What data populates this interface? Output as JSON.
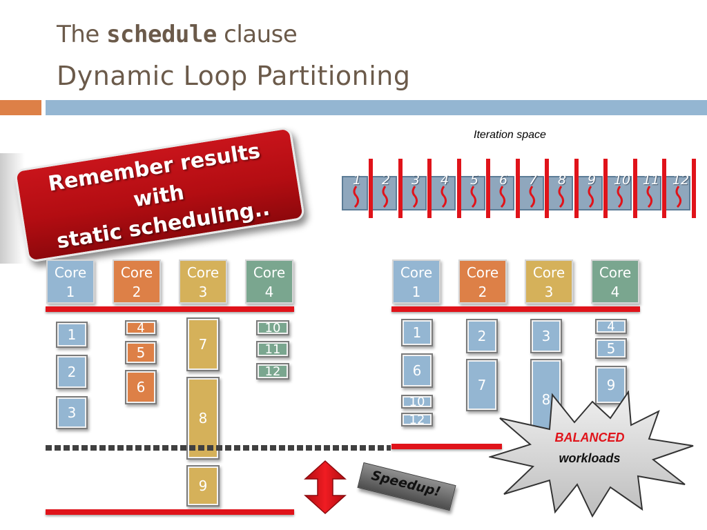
{
  "title": {
    "line1_prefix": "The",
    "line1_code": "schedule",
    "line1_suffix": "clause",
    "line2": "Dynamic Loop Partitioning"
  },
  "iteration_space_label": "Iteration space",
  "iterations": [
    "1",
    "2",
    "3",
    "4",
    "5",
    "6",
    "7",
    "8",
    "9",
    "10",
    "11",
    "12"
  ],
  "banner": {
    "line1": "Remember results with",
    "line2": "static scheduling.."
  },
  "cores": [
    {
      "label": "Core",
      "number": "1"
    },
    {
      "label": "Core",
      "number": "2"
    },
    {
      "label": "Core",
      "number": "3"
    },
    {
      "label": "Core",
      "number": "4"
    }
  ],
  "static_schedule": {
    "core1": [
      "1",
      "2",
      "3"
    ],
    "core2": [
      "4",
      "5",
      "6"
    ],
    "core3": [
      "7",
      "8",
      "9"
    ],
    "core4": [
      "10",
      "11",
      "12"
    ]
  },
  "dynamic_schedule": {
    "core1": [
      "1",
      "6",
      "10",
      "12"
    ],
    "core2": [
      "2",
      "7"
    ],
    "core3": [
      "3",
      "8"
    ],
    "core4": [
      "4",
      "5",
      "9"
    ]
  },
  "speedup_label": "Speedup!",
  "callout": {
    "line1": "BALANCED",
    "line2": "workloads"
  },
  "colors": {
    "core1": "#94b6d2",
    "core2": "#dd8047",
    "core3": "#d5b15a",
    "core4": "#7aa68f",
    "accent_red": "#e0131a",
    "title_text": "#6b5a4a"
  }
}
